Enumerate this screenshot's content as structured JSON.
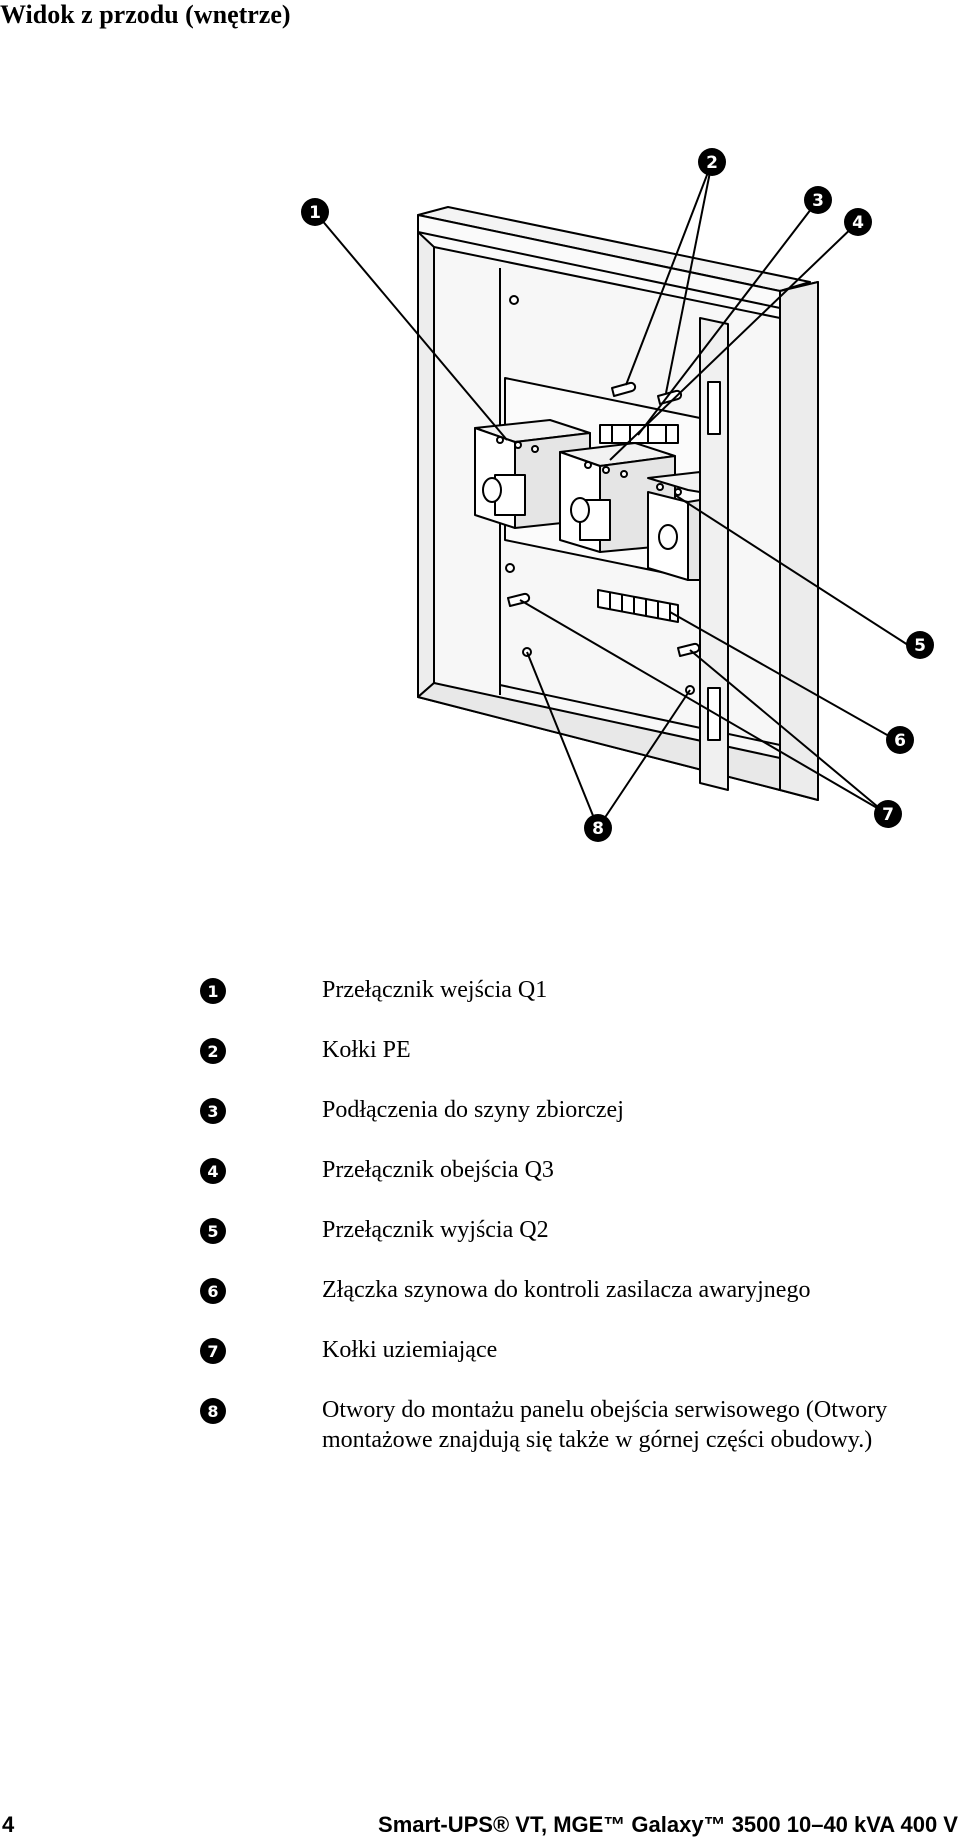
{
  "page": {
    "title": "Widok z przodu (wnętrze)",
    "page_number": "4",
    "footer_title": "Smart-UPS® VT, MGE™ Galaxy™ 3500 10–40 kVA 400 V"
  },
  "callouts": [
    "1",
    "2",
    "3",
    "4",
    "5",
    "6",
    "7",
    "8"
  ],
  "legend": [
    {
      "num": "1",
      "text": "Przełącznik wejścia Q1"
    },
    {
      "num": "2",
      "text": "Kołki PE"
    },
    {
      "num": "3",
      "text": "Podłączenia do szyny zbiorczej"
    },
    {
      "num": "4",
      "text": "Przełącznik obejścia Q3"
    },
    {
      "num": "5",
      "text": "Przełącznik wyjścia Q2"
    },
    {
      "num": "6",
      "text": "Złączka szynowa do kontroli zasilacza awaryjnego"
    },
    {
      "num": "7",
      "text": "Kołki uziemiające"
    },
    {
      "num": "8",
      "text": "Otwory do montażu panelu obejścia serwisowego (Otwory montażowe znajdują się także w górnej części obudowy.)"
    }
  ]
}
